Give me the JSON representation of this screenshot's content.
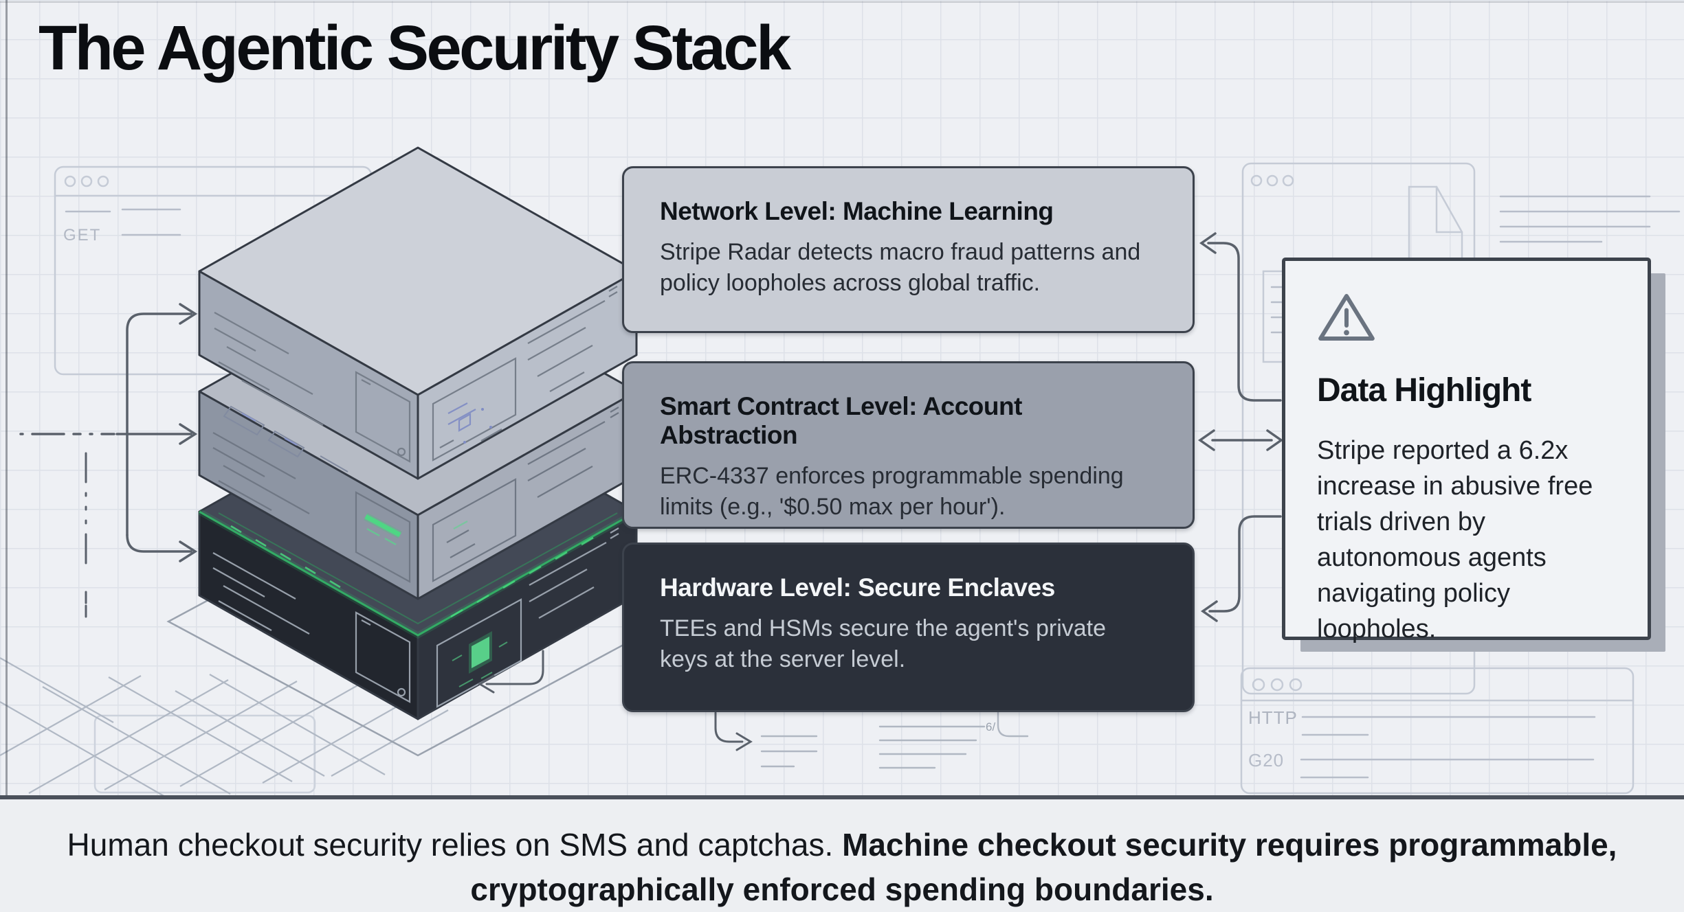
{
  "title": "The Agentic Security Stack",
  "cards": [
    {
      "id": "network",
      "heading": "Network Level: Machine Learning",
      "body": "Stripe Radar detects macro fraud patterns and policy loopholes across global traffic.",
      "bg_color": "#c9cdd5"
    },
    {
      "id": "smart-contract",
      "heading": "Smart Contract Level: Account Abstraction",
      "body": "ERC-4337 enforces programmable spending limits (e.g., '$0.50 max per hour').",
      "bg_color": "#9aa0ac"
    },
    {
      "id": "hardware",
      "heading": "Hardware Level: Secure Enclaves",
      "body": "TEEs and HSMs secure the agent's private keys at the server level.",
      "bg_color": "#2b303a"
    }
  ],
  "highlight": {
    "icon": "warning-triangle-icon",
    "title": "Data Highlight",
    "body": "Stripe reported a 6.2x increase in abusive free trials driven by autonomous agents navigating policy loopholes."
  },
  "footer": {
    "text_normal": "Human checkout security relies on SMS and captchas.",
    "text_bold": "Machine checkout security requires programmable, cryptographically enforced spending boundaries."
  },
  "sketch_labels": {
    "get": "GET",
    "http": "HTTP",
    "g20": "G20",
    "mark": "6/"
  },
  "colors": {
    "background": "#eef0f4",
    "grid_line": "#dde1e8",
    "accent_green": "#3ecf72",
    "stack_top_face": "#cdd1d9",
    "stack_mid_face": "#b6bbc5",
    "stack_dark_face": "#2b303a",
    "connector": "#5a616b",
    "highlight_shadow": "#a9aeb8"
  }
}
